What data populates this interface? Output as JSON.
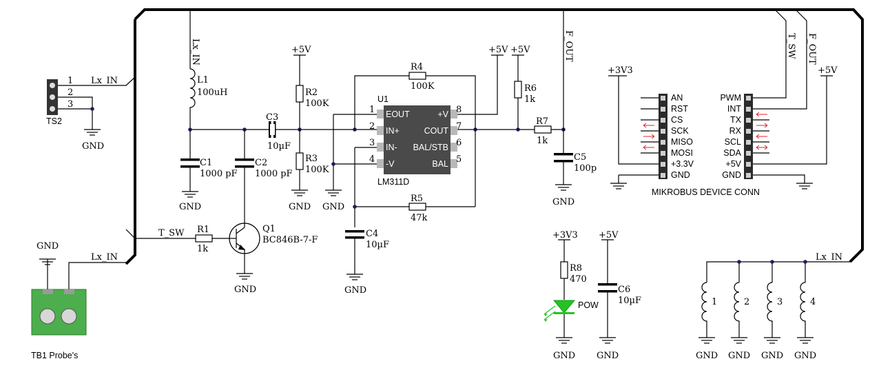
{
  "ts2": {
    "pins": [
      "1",
      "2",
      "3"
    ],
    "net": "Lx_IN",
    "name": "TS2",
    "gnd": "GND"
  },
  "inductor": {
    "net": "Lx_IN",
    "ref": "L1",
    "value": "100uH"
  },
  "c1": {
    "ref": "C1",
    "value": "1000 pF",
    "gnd": "GND"
  },
  "c2": {
    "ref": "C2",
    "value": "1000 pF"
  },
  "c3": {
    "ref": "C3",
    "value": "10µF"
  },
  "r2": {
    "supply": "+5V",
    "ref": "R2",
    "value": "100K"
  },
  "r3": {
    "ref": "R3",
    "value": "100K",
    "gnd": "GND"
  },
  "minus_gnd": "GND",
  "r4": {
    "ref": "R4",
    "value": "100K"
  },
  "u1": {
    "ref": "U1",
    "part": "LM311D",
    "pins_left": [
      {
        "num": "1",
        "name": "EOUT"
      },
      {
        "num": "2",
        "name": "IN+"
      },
      {
        "num": "3",
        "name": "IN-"
      },
      {
        "num": "4",
        "name": "-V"
      }
    ],
    "pins_right": [
      {
        "num": "8",
        "name": "+V"
      },
      {
        "num": "7",
        "name": "COUT"
      },
      {
        "num": "6",
        "name": "BAL/STB"
      },
      {
        "num": "5",
        "name": "BAL"
      }
    ]
  },
  "r5": {
    "ref": "R5",
    "value": "47k"
  },
  "c4": {
    "ref": "C4",
    "value": "10µF",
    "gnd": "GND"
  },
  "u1_supply": "+5V",
  "r6": {
    "supply": "+5V",
    "ref": "R6",
    "value": "1k"
  },
  "r7": {
    "ref": "R7",
    "value": "1k"
  },
  "fout": "F_OUT",
  "c5": {
    "ref": "C5",
    "value": "100p",
    "gnd": "GND"
  },
  "q1": {
    "net": "T_SW",
    "r1_ref": "R1",
    "r1_value": "1k",
    "ref": "Q1",
    "part": "BC846B-7-F",
    "gnd": "GND"
  },
  "tb1": {
    "gnd": "GND",
    "net": "Lx_IN",
    "label": "TB1  Probe's"
  },
  "led": {
    "supply": "+3V3",
    "ref": "R8",
    "value": "470",
    "name": "POW",
    "gnd": "GND"
  },
  "c6": {
    "supply": "+5V",
    "ref": "C6",
    "value": "10µF",
    "gnd": "GND"
  },
  "mikrobus": {
    "title": "MIKROBUS DEVICE CONN",
    "left_pins": [
      "AN",
      "RST",
      "CS",
      "SCK",
      "MISO",
      "MOSI",
      "+3.3V",
      "GND"
    ],
    "right_pins": [
      "PWM",
      "INT",
      "TX",
      "RX",
      "SCL",
      "SDA",
      "+5V",
      "GND"
    ],
    "net_tsw": "T_SW",
    "net_fout": "F_OUT",
    "supply_3v3": "+3V3",
    "supply_5v": "+5V"
  },
  "coils": {
    "net": "Lx_IN",
    "labels": [
      "1",
      "2",
      "3",
      "4"
    ],
    "gnd": "GND"
  },
  "colors": {
    "chip": "#4a4a4a",
    "pin": "#b8b8b8",
    "terminal": "#4cae4c",
    "led": "#22c322",
    "arrow": "#e0202a"
  }
}
